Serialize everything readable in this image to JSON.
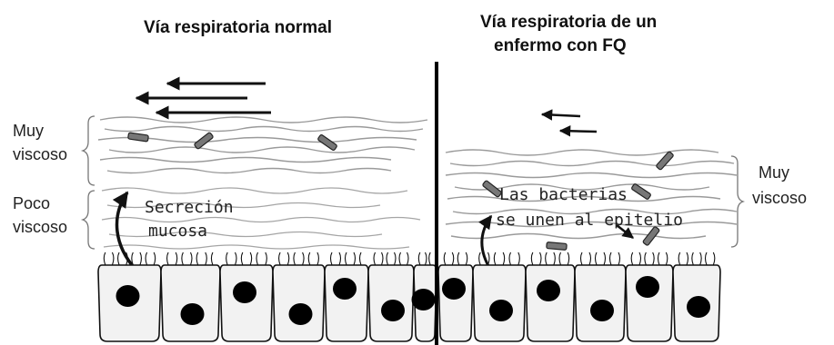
{
  "titles": {
    "normal": "Vía respiratoria normal",
    "fq_line1": "Vía respiratoria de un",
    "fq_line2": "enfermo con FQ"
  },
  "labels": {
    "left_upper_1": "Muy",
    "left_upper_2": "viscoso",
    "left_lower_1": "Poco",
    "left_lower_2": "viscoso",
    "secretion_1": "Secreción",
    "secretion_2": "mucosa",
    "bacteria_1": "Las bacterias",
    "bacteria_2": "se unen al epitelio",
    "right_1": "Muy",
    "right_2": "viscoso"
  },
  "colors": {
    "ink": "#111111",
    "mucus_line": "#9a9a9a",
    "cell_fill": "#f2f2f2",
    "bacteria_fill": "#777777"
  }
}
